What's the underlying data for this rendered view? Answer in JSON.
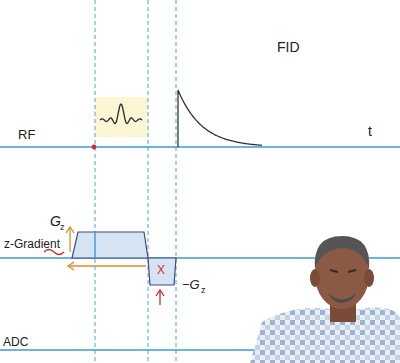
{
  "diagram": {
    "labels": [
      "FID",
      "RF",
      "t",
      "z-Gradient",
      "G",
      "z",
      "X",
      "−G",
      "z",
      "ADC"
    ]
  }
}
